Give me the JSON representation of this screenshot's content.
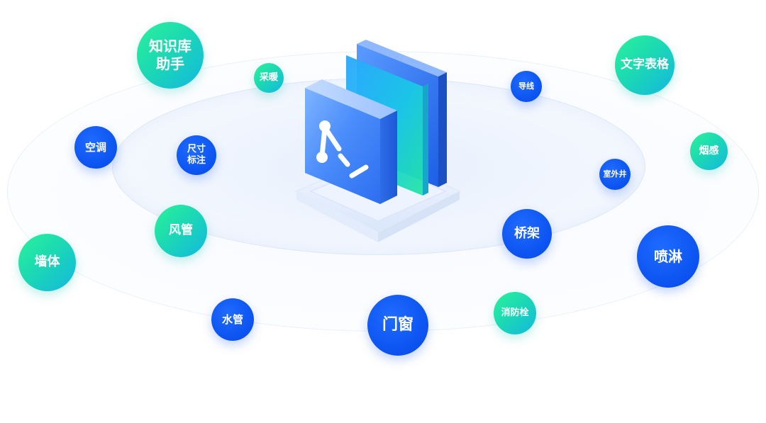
{
  "bubbles": {
    "knowledge_assistant": "知识库\n助手",
    "heating": "采暖",
    "wire": "导线",
    "text_table": "文字表格",
    "air_conditioning": "空调",
    "dimension_label": "尺寸\n标注",
    "smoke_sensor": "烟感",
    "outdoor_well": "室外井",
    "air_duct": "风管",
    "cable_tray": "桥架",
    "wall": "墙体",
    "sprinkler": "喷淋",
    "water_pipe": "水管",
    "door_window": "门窗",
    "fire_hydrant": "消防栓"
  },
  "colors": {
    "blue": "#0b52f0",
    "green_start": "#2af39a",
    "green_end": "#12b8e0"
  },
  "icons": {
    "center": "ai-app-logo-icon"
  }
}
